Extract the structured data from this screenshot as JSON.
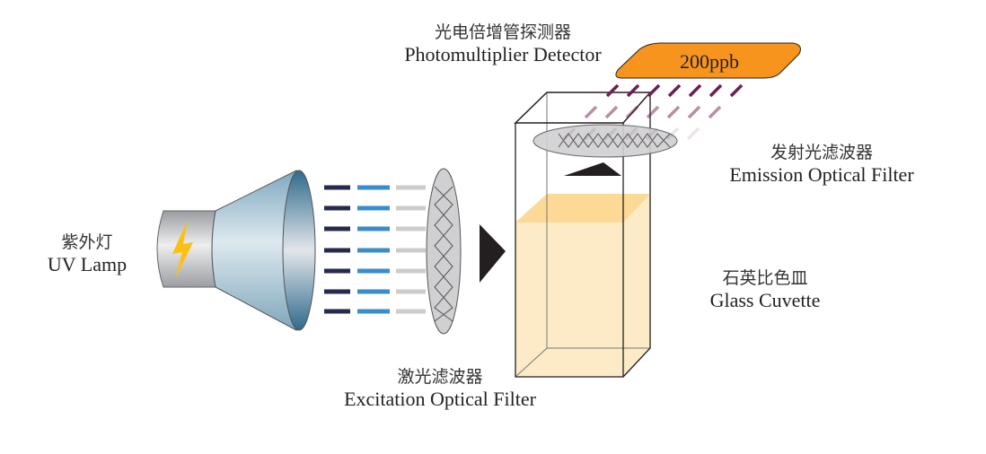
{
  "title": "Fluorescence detection principle diagram",
  "components": {
    "uv_lamp": {
      "zh": "紫外灯",
      "en": "UV Lamp"
    },
    "excitation_filter": {
      "zh": "激光滤波器",
      "en": "Excitation Optical Filter"
    },
    "emission_filter": {
      "zh": "发射光滤波器",
      "en": "Emission Optical Filter"
    },
    "cuvette": {
      "zh": "石英比色皿",
      "en": "Glass Cuvette"
    },
    "detector": {
      "zh": "光电倍增管探测器",
      "en": "Photomultiplier Detector",
      "reading": "200ppb"
    }
  },
  "colors": {
    "detector_fill": "#f7941d",
    "liquid": "#fdebc8",
    "liquid_surface": "#fcd994",
    "beam_dark": "#262a4d",
    "beam_blue": "#3a8dc9",
    "beam_grey": "#cccccc",
    "emission_beam": "#6d1f4f",
    "bolt": "#fdc010"
  }
}
